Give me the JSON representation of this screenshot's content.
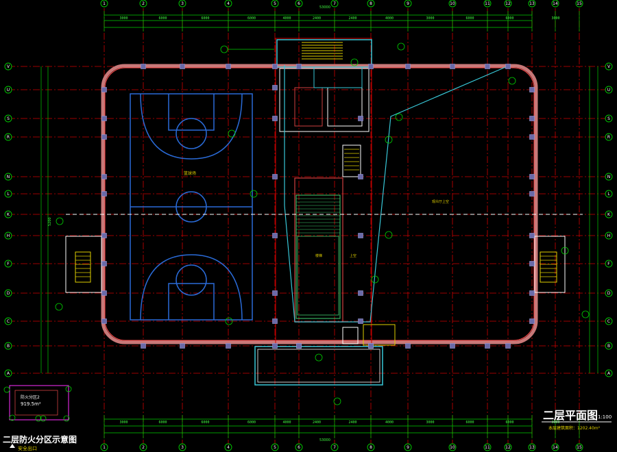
{
  "drawing": {
    "main_title": "二层平面图",
    "scale": "1:100",
    "area_note": "本层建筑面积：1202.40m²",
    "inset_title": "二层防火分区示意图",
    "inset_legend": "安全出口",
    "inset_area_label": "防火分区2",
    "inset_area_value": "919.5m²",
    "center_line_label": "5200"
  },
  "grid": {
    "columns_top": [
      "1",
      "2",
      "3",
      "4",
      "5",
      "6",
      "7",
      "8",
      "9",
      "10",
      "11",
      "12",
      "13",
      "14",
      "15"
    ],
    "rows_left": [
      "V",
      "U",
      "S",
      "R",
      "N",
      "L",
      "K",
      "H",
      "F",
      "D",
      "C",
      "B",
      "A"
    ]
  },
  "dims": {
    "top_overall": "53000",
    "top_row": [
      "3000",
      "6000",
      "6000",
      "6000",
      "4000",
      "2400",
      "2400",
      "4000",
      "3000",
      "6000",
      "6000",
      "3000"
    ],
    "bottom_overall": "53000",
    "bottom_row": [
      "3000",
      "6000",
      "6000",
      "6000",
      "4000",
      "2400",
      "2400",
      "4000",
      "3000",
      "6000",
      "6000",
      "3000"
    ]
  },
  "rooms": {
    "court_label": "篮球场",
    "stair_label": "楼梯",
    "void_label": "上空",
    "hall_label": "观众厅上空"
  },
  "colors": {
    "background": "#000000",
    "grid_green": "#00d000",
    "axis_red": "#d00000",
    "wall_pink": "#c87878",
    "court_blue": "#2a6bd8",
    "cyan_line": "#38c8d8",
    "yellow": "#e0d000",
    "white": "#ffffff",
    "label_green": "#40ff40"
  }
}
